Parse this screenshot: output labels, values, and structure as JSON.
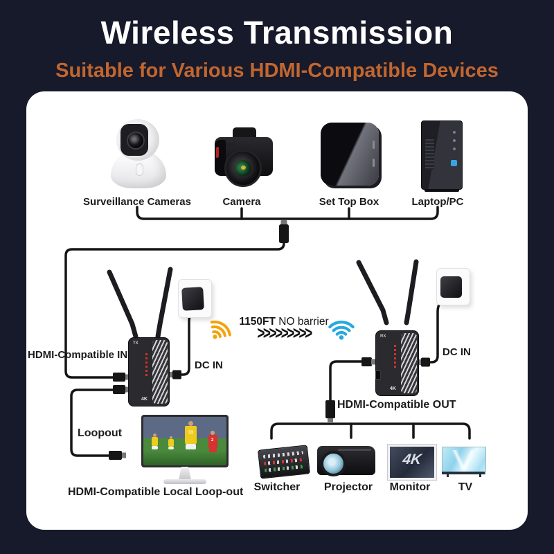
{
  "header": {
    "title": "Wireless Transmission",
    "subtitle": "Suitable for Various HDMI-Compatible Devices"
  },
  "source_devices": [
    {
      "label": "Surveillance Cameras"
    },
    {
      "label": "Camera"
    },
    {
      "label": "Set Top Box"
    },
    {
      "label": "Laptop/PC"
    }
  ],
  "transmitter": {
    "input_label": "HDMI-Compatible IN",
    "dc_label": "DC IN",
    "unit_tag": "TX",
    "badge": "4K"
  },
  "receiver": {
    "output_label": "HDMI-Compatible OUT",
    "dc_label": "DC IN",
    "unit_tag": "RX",
    "badge": "4K"
  },
  "wireless_link": {
    "distance_bold": "1150FT",
    "distance_rest": " NO barrier",
    "chevrons": ">>>>>>>>>"
  },
  "loopout": {
    "cable_label": "Loopout",
    "caption": "HDMI-Compatible Local Loop-out",
    "jersey_numbers": [
      "33",
      "2"
    ]
  },
  "output_devices": [
    {
      "label": "Switcher"
    },
    {
      "label": "Projector"
    },
    {
      "label": "Monitor",
      "screen_text": "4K"
    },
    {
      "label": "TV"
    }
  ],
  "colors": {
    "background": "#171a2b",
    "card": "#ffffff",
    "subtitle_orange": "#c2662f",
    "wifi_orange": "#f2a30a",
    "wifi_blue": "#29a8e0",
    "cable_black": "#151515"
  }
}
